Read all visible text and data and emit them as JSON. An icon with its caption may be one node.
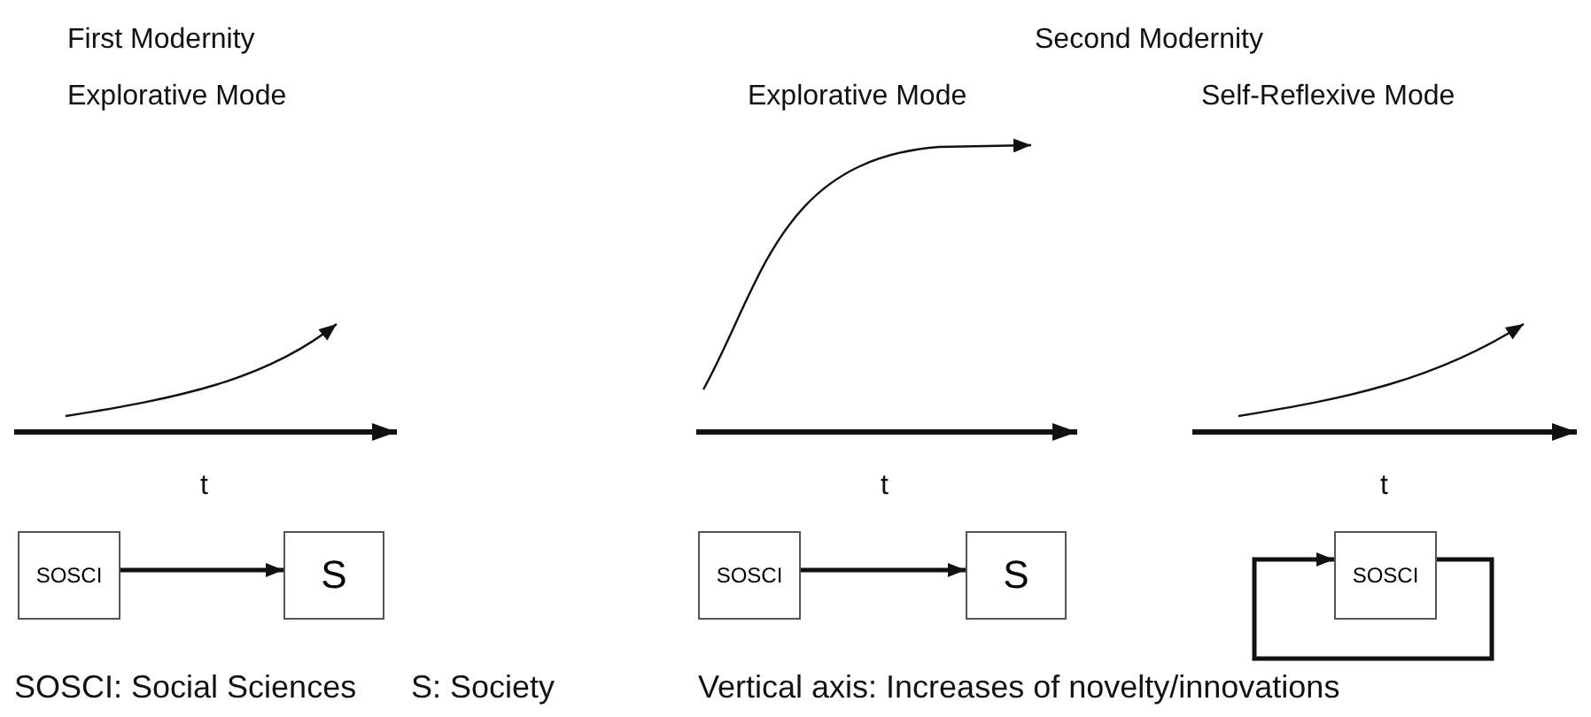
{
  "diagram": {
    "nodes": [
      {
        "text": [
          "SOSCI"
        ]
      },
      {
        "text": [
          "S"
        ]
      },
      {
        "text": [
          "SOSCI"
        ]
      },
      {
        "text": [
          "S"
        ]
      },
      {
        "text": [
          "SOSCI"
        ]
      }
    ],
    "edges": [
      {
        "from": 0,
        "to": 1,
        "arrow": "to"
      },
      {
        "from": 2,
        "to": 3,
        "arrow": "to"
      },
      {
        "from": 4,
        "to": 4,
        "arrow": "to"
      }
    ],
    "labels": [
      "First Modernity",
      "Second Modernity",
      "Explorative Mode",
      "Explorative Mode",
      "Self-Reflexive Mode",
      "t",
      "t",
      "t",
      "SOSCI: Social Sciences",
      "S: Society",
      "Vertical axis: Increases of novelty/innovations"
    ]
  }
}
